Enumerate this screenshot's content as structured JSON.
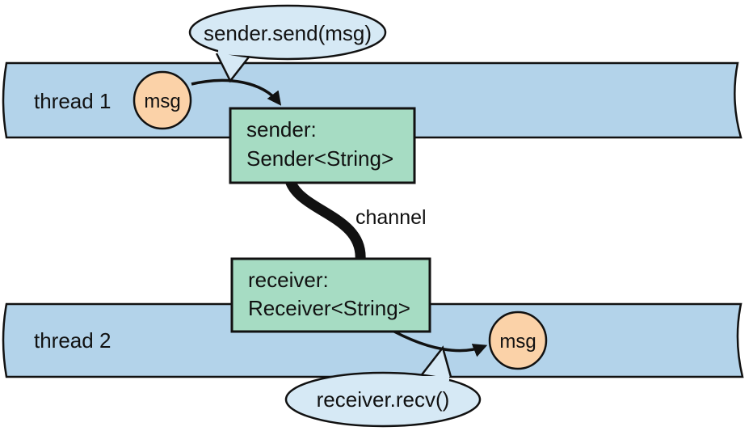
{
  "thread1": {
    "label": "thread 1"
  },
  "thread2": {
    "label": "thread 2"
  },
  "sender": {
    "line1": "sender:",
    "line2": "Sender<String>"
  },
  "receiver": {
    "line1": "receiver:",
    "line2": "Receiver<String>"
  },
  "channel": {
    "label": "channel"
  },
  "send_call": {
    "label": "sender.send(msg)"
  },
  "recv_call": {
    "label": "receiver.recv()"
  },
  "msg_sent": {
    "label": "msg"
  },
  "msg_received": {
    "label": "msg"
  },
  "colors": {
    "thread_band": "#b3d3ea",
    "endpoint_box": "#a6dcc3",
    "speech_bubble": "#d6e9f5",
    "message_token": "#fbd2a8",
    "outline": "#111111"
  }
}
